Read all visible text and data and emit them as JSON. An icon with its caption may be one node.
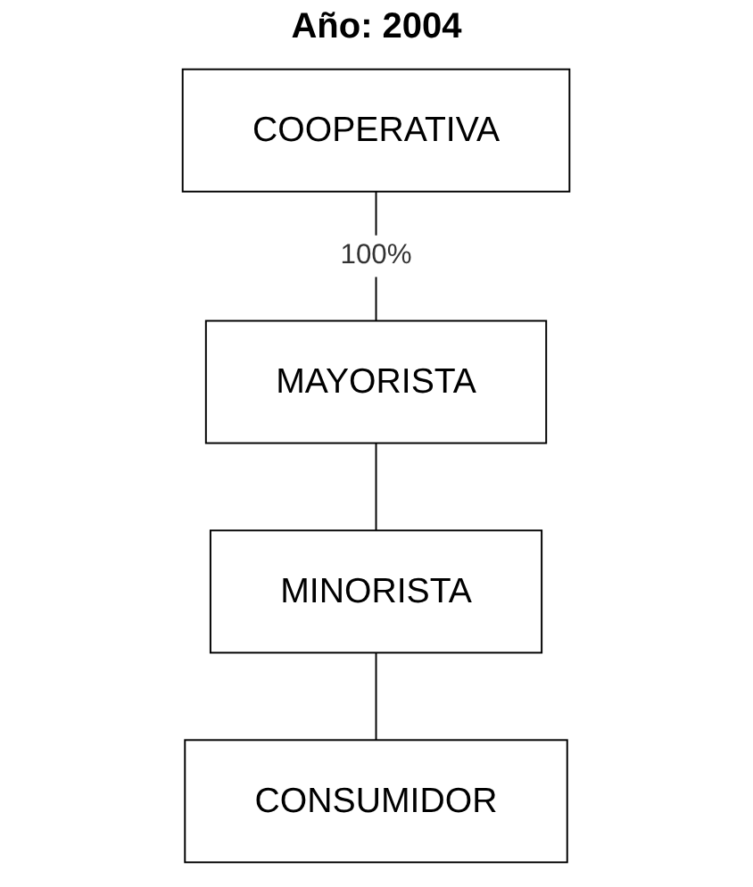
{
  "diagram": {
    "title": "Año: 2004",
    "nodes": [
      {
        "text": [
          "COOPERATIVA"
        ]
      },
      {
        "text": [
          "MAYORISTA"
        ]
      },
      {
        "text": [
          "MINORISTA"
        ]
      },
      {
        "text": [
          "CONSUMIDOR"
        ]
      }
    ],
    "edges": [
      {
        "from": 0,
        "to": 1,
        "arrow": "none",
        "label": "100%"
      },
      {
        "from": 1,
        "to": 2,
        "arrow": "none"
      },
      {
        "from": 2,
        "to": 3,
        "arrow": "none"
      }
    ]
  }
}
